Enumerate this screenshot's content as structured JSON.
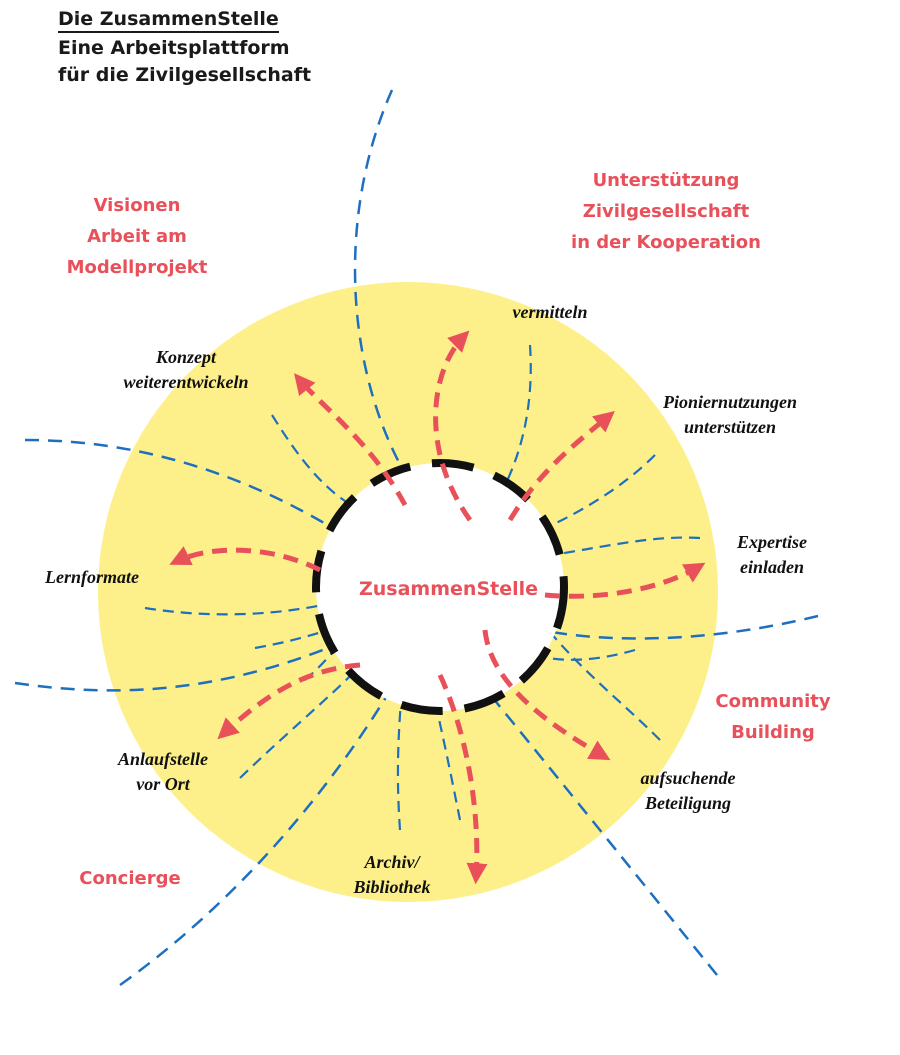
{
  "title": {
    "line1": "Die ZusammenStelle",
    "line2": "Eine Arbeitsplattform",
    "line3": "für die Zivilgesellschaft"
  },
  "center": {
    "label": "ZusammenStelle"
  },
  "zones": {
    "visionen": [
      "Visionen",
      "Arbeit am",
      "Modellprojekt"
    ],
    "unterstuetzung": [
      "Unterstützung",
      "Zivilgesellschaft",
      "in der Kooperation"
    ],
    "community": [
      "Community",
      "Building"
    ],
    "concierge": [
      "Concierge"
    ]
  },
  "activities": {
    "vermitteln": [
      "vermitteln"
    ],
    "konzept": [
      "Konzept",
      "weiterentwickeln"
    ],
    "pionier": [
      "Pioniernutzungen",
      "unterstützen"
    ],
    "expertise": [
      "Expertise",
      "einladen"
    ],
    "lernformate": [
      "Lernformate"
    ],
    "anlaufstelle": [
      "Anlaufstelle",
      "vor Ort"
    ],
    "aufsuchende": [
      "aufsuchende",
      "Beteiligung"
    ],
    "archiv": [
      "Archiv/",
      "Bibliothek"
    ]
  },
  "colors": {
    "accent_red": "#e8505a",
    "flow_blue": "#1e6fbf",
    "disc_yellow": "#fdf08a",
    "ring_black": "#111111",
    "text_dark": "#111111"
  }
}
